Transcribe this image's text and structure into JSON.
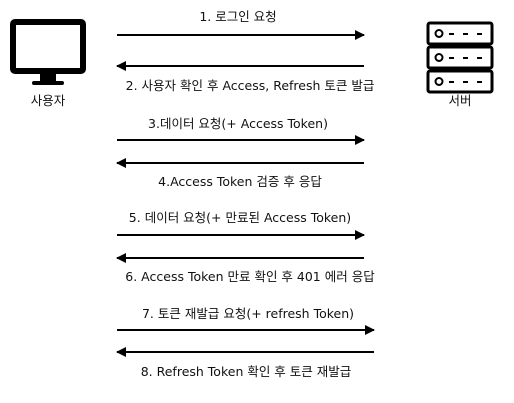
{
  "actors": {
    "client_label": "사용자",
    "server_label": "서버"
  },
  "messages": [
    {
      "label": "1. 로그인 요청",
      "direction": "to-server"
    },
    {
      "label": "2. 사용자 확인 후 Access, Refresh 토큰 발급",
      "direction": "to-client"
    },
    {
      "label": "3.데이터 요청(+ Access Token)",
      "direction": "to-server"
    },
    {
      "label": "4.Access Token 검증 후 응답",
      "direction": "to-client"
    },
    {
      "label": "5. 데이터 요청(+ 만료된 Access Token)",
      "direction": "to-server"
    },
    {
      "label": "6. Access Token 만료 확인 후 401 에러 응답",
      "direction": "to-client"
    },
    {
      "label": "7. 토큰 재발급 요청(+ refresh Token)",
      "direction": "to-server"
    },
    {
      "label": "8. Refresh Token 확인 후 토큰 재발급",
      "direction": "to-client"
    }
  ]
}
